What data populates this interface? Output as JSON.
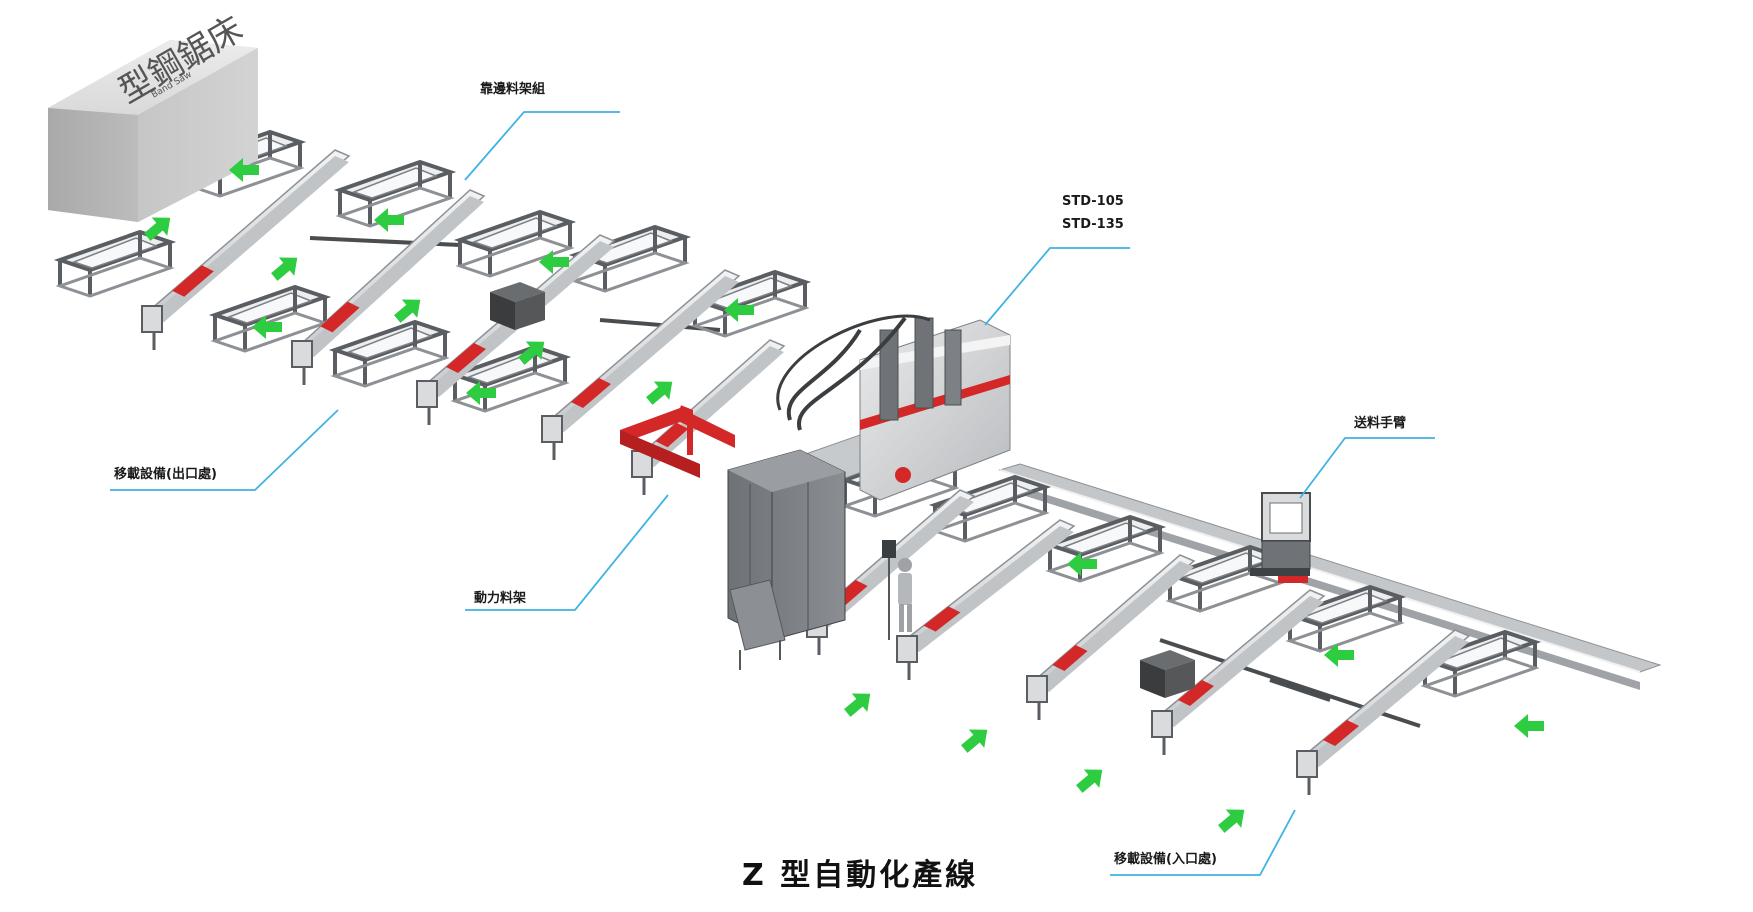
{
  "title": "Z 型自動化產線",
  "box": {
    "name": "型鋼鋸床",
    "sub": "Band Saw"
  },
  "labels": {
    "side_rack": "靠邊料架組",
    "model_1": "STD-105",
    "model_2": "STD-135",
    "feed_arm": "送料手臂",
    "transfer_out": "移載設備(出口處)",
    "power_rack": "動力料架",
    "transfer_in": "移載設備(入口處)"
  },
  "colors": {
    "leader": "#3fb3e3",
    "arrow": "#2ecc40",
    "accent": "#d42828",
    "frame": "#5a5e63",
    "rail": "#d8dbde"
  }
}
